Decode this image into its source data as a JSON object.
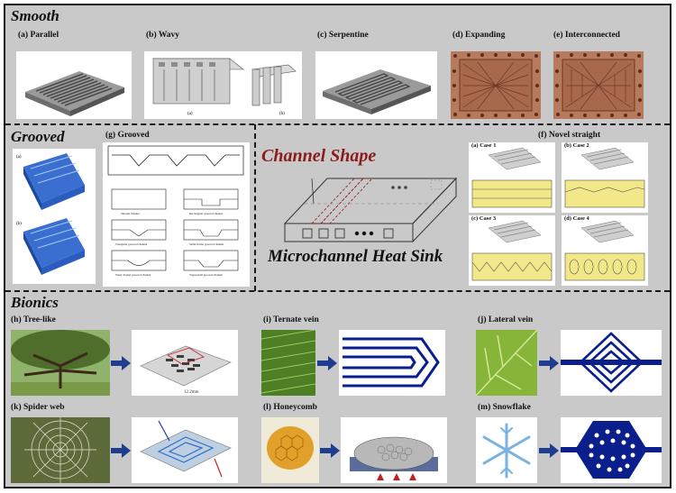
{
  "sections": {
    "smooth": "Smooth",
    "grooved": "Grooved",
    "bionics": "Bionics"
  },
  "smooth": {
    "parallel": "(a) Parallel",
    "wavy": "(b) Wavy",
    "serpentine": "(c) Serpentine",
    "expanding": "(d) Expanding",
    "interconnected": "(e) Interconnected"
  },
  "grooved": {
    "label": "(g) Grooved",
    "novel_straight": "(f) Novel straight",
    "cases": [
      "(a) Case 1",
      "(b) Case 2",
      "(c) Case 3",
      "(d) Case 4"
    ]
  },
  "center": {
    "channel_shape": "Channel Shape",
    "heat_sink": "Microchannel Heat Sink",
    "channel_color": "#8b1a1a"
  },
  "bionics": {
    "tree": "(h) Tree-like",
    "ternate": "(i) Ternate vein",
    "lateral": "(j) Lateral vein",
    "spider": "(k) Spider web",
    "honeycomb": "(l) Honeycomb",
    "snowflake": "(m) Snowflake",
    "arrow_color": "#1f3d8f",
    "pattern_color": "#0a1f8c"
  }
}
